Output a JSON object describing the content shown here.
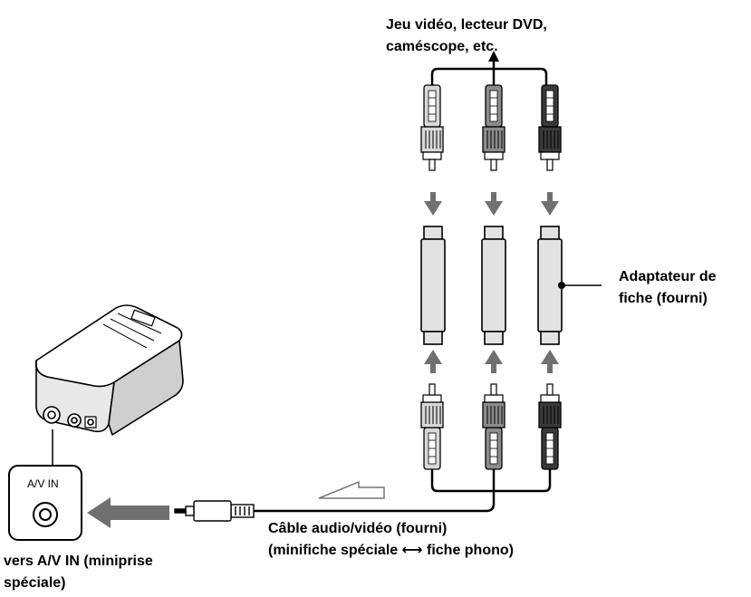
{
  "labels": {
    "source_line1": "Jeu vidéo, lecteur DVD,",
    "source_line2": "caméscope, etc.",
    "adapter_line1": "Adaptateur de",
    "adapter_line2": "fiche (fourni)",
    "cable_line1": "Câble audio/vidéo (fourni)",
    "cable_line2": "(minifiche spéciale ⟷ fiche phono)",
    "jack_line1": "vers A/V IN (miniprise",
    "jack_line2": "spéciale)",
    "jack_panel": "A/V IN"
  },
  "colors": {
    "plug_left": "#d8d8d8",
    "plug_middle": "#8c8c8c",
    "plug_right": "#3a3a3a",
    "arrow": "#707070",
    "adapter": "#e2e2e2"
  },
  "icons": {
    "camcorder": "camcorder-icon",
    "signal_direction": "hollow-arrow-icon",
    "up_arrow": "up-arrow-icon",
    "down_arrow": "down-arrow-icon",
    "left_arrow": "big-left-arrow-icon"
  }
}
